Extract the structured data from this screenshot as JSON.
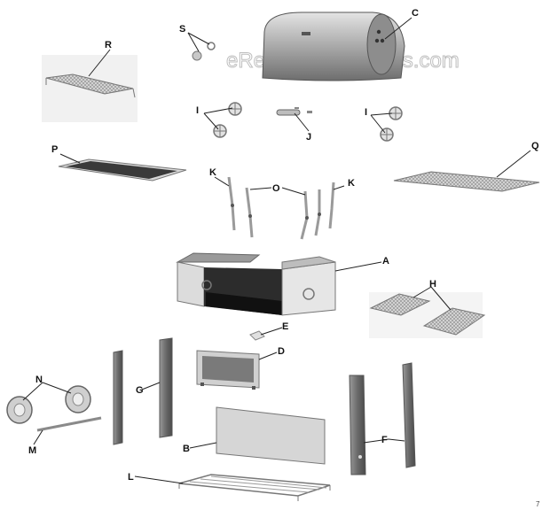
{
  "watermark": "eReplacementParts.com",
  "page_number": "7",
  "callouts": {
    "A": "A",
    "B": "B",
    "C": "C",
    "D": "D",
    "E": "E",
    "F": "F",
    "G": "G",
    "H": "H",
    "I": "I",
    "J": "J",
    "K": "K",
    "L": "L",
    "M": "M",
    "N": "N",
    "O": "O",
    "P": "P",
    "Q": "Q",
    "R": "R",
    "S": "S"
  }
}
